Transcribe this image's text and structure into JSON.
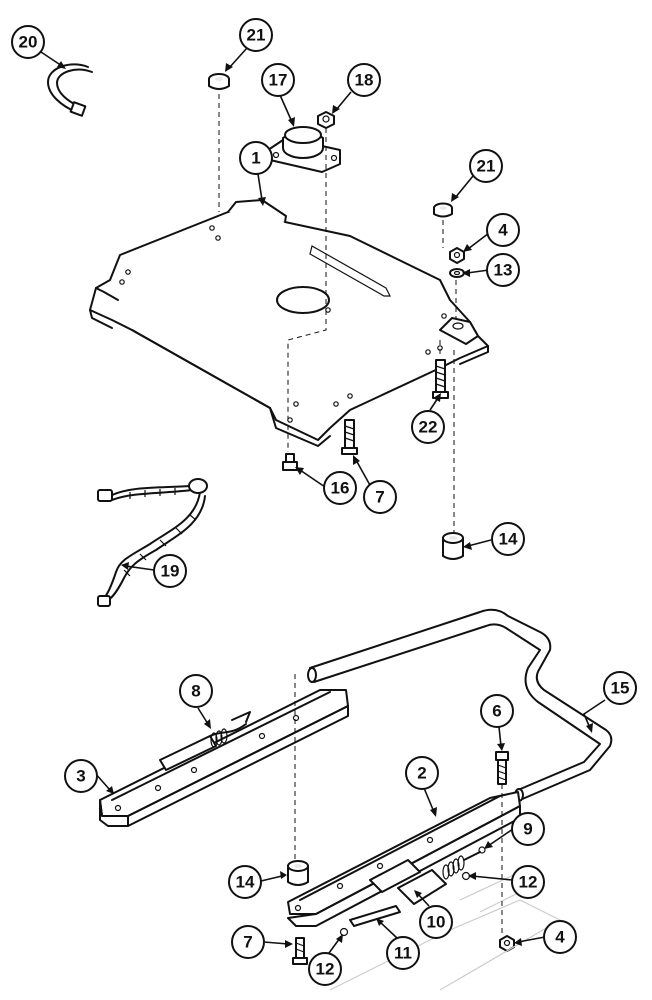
{
  "callouts": [
    {
      "id": "c20",
      "label": "20"
    },
    {
      "id": "c21a",
      "label": "21"
    },
    {
      "id": "c17",
      "label": "17"
    },
    {
      "id": "c18",
      "label": "18"
    },
    {
      "id": "c1",
      "label": "1"
    },
    {
      "id": "c21b",
      "label": "21"
    },
    {
      "id": "c4a",
      "label": "4"
    },
    {
      "id": "c13",
      "label": "13"
    },
    {
      "id": "c22",
      "label": "22"
    },
    {
      "id": "c16",
      "label": "16"
    },
    {
      "id": "c7a",
      "label": "7"
    },
    {
      "id": "c14a",
      "label": "14"
    },
    {
      "id": "c19",
      "label": "19"
    },
    {
      "id": "c15",
      "label": "15"
    },
    {
      "id": "c8",
      "label": "8"
    },
    {
      "id": "c6",
      "label": "6"
    },
    {
      "id": "c3",
      "label": "3"
    },
    {
      "id": "c2",
      "label": "2"
    },
    {
      "id": "c9",
      "label": "9"
    },
    {
      "id": "c14b",
      "label": "14"
    },
    {
      "id": "c12a",
      "label": "12"
    },
    {
      "id": "c10",
      "label": "10"
    },
    {
      "id": "c7b",
      "label": "7"
    },
    {
      "id": "c11",
      "label": "11"
    },
    {
      "id": "c4b",
      "label": "4"
    },
    {
      "id": "c12b",
      "label": "12"
    }
  ]
}
